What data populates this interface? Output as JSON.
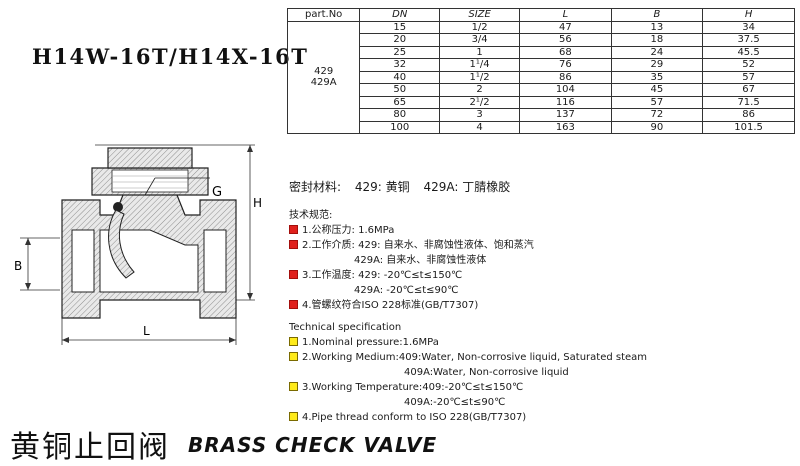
{
  "model_title": "H14W-16T/H14X-16T",
  "table": {
    "headers": [
      "part.No",
      "DN",
      "SIZE",
      "L",
      "B",
      "H"
    ],
    "part_no": [
      "429",
      "429A"
    ],
    "rows": [
      [
        "15",
        "1/2",
        "47",
        "13",
        "34"
      ],
      [
        "20",
        "3/4",
        "56",
        "18",
        "37.5"
      ],
      [
        "25",
        "1",
        "68",
        "24",
        "45.5"
      ],
      [
        "32",
        "1¹/4",
        "76",
        "29",
        "52"
      ],
      [
        "40",
        "1¹/2",
        "86",
        "35",
        "57"
      ],
      [
        "50",
        "2",
        "104",
        "45",
        "67"
      ],
      [
        "65",
        "2¹/2",
        "116",
        "57",
        "71.5"
      ],
      [
        "80",
        "3",
        "137",
        "72",
        "86"
      ],
      [
        "100",
        "4",
        "163",
        "90",
        "101.5"
      ]
    ]
  },
  "seal": {
    "label": "密封材料:",
    "item1": "429: 黄铜",
    "item2": "429A: 丁腈橡胶"
  },
  "tech_cn": {
    "heading": "技术规范:",
    "item1": "1.公称压力: 1.6MPa",
    "item2": "2.工作介质: 429: 自来水、非腐蚀性液体、饱和蒸汽",
    "item2b": "429A: 自来水、非腐蚀性液体",
    "item3": "3.工作温度: 429: -20℃≤t≤150℃",
    "item3b": "429A: -20℃≤t≤90℃",
    "item4": "4.管螺纹符合ISO 228标准(GB/T7307)"
  },
  "tech_en": {
    "heading": "Technical specification",
    "item1": "1.Nominal pressure:1.6MPa",
    "item2": "2.Working Medium:409:Water, Non-corrosive liquid, Saturated steam",
    "item2b": "409A:Water, Non-corrosive liquid",
    "item3": "3.Working Temperature:409:-20℃≤t≤150℃",
    "item3b": "409A:-20℃≤t≤90℃",
    "item4": "4.Pipe thread conform to ISO 228(GB/T7307)"
  },
  "drawing_labels": {
    "g": "G",
    "h": "H",
    "b": "B",
    "l": "L"
  },
  "product_name_cn": "黄铜止回阀",
  "product_name_en": "BRASS CHECK VALVE",
  "colors": {
    "red_marker": "#e0211d",
    "yellow_marker": "#ffeb1a"
  }
}
